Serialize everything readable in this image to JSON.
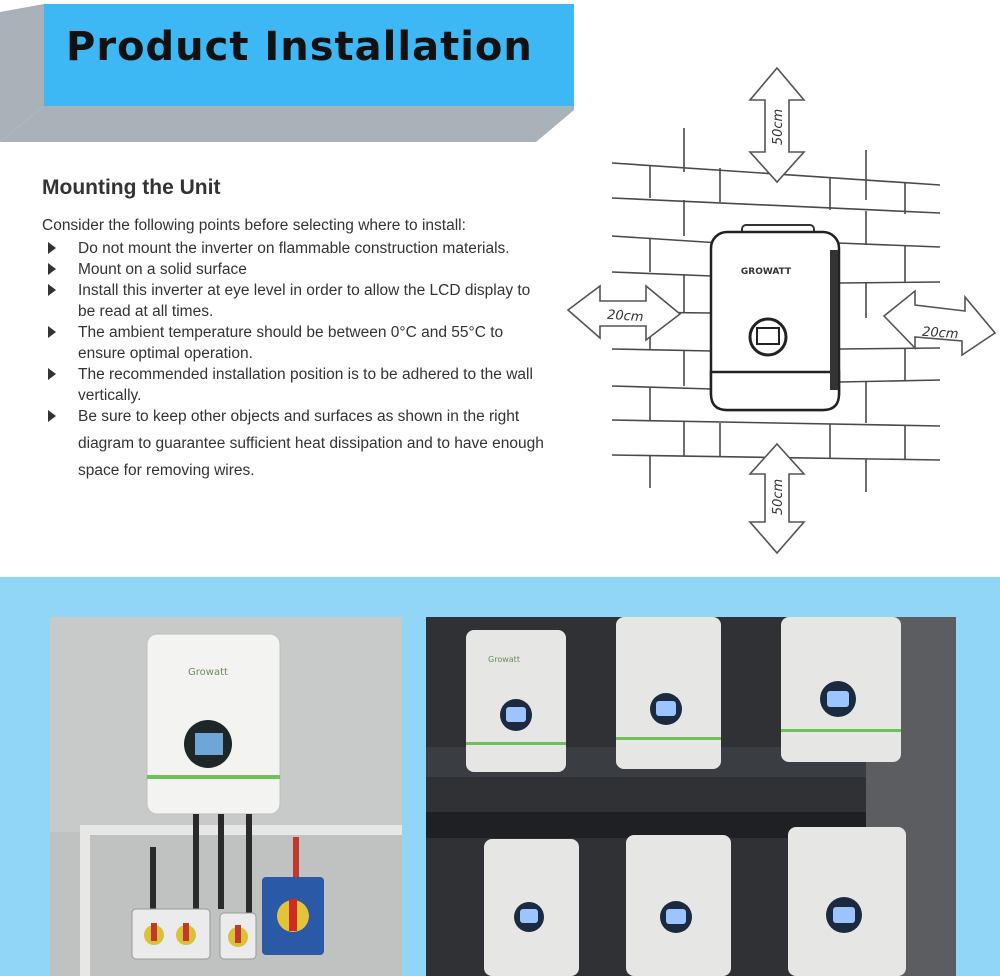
{
  "header": {
    "title": "Product  Installation",
    "accent_color": "#3eb8f5",
    "shade_color": "#a9b2b8"
  },
  "mounting": {
    "title": "Mounting the Unit",
    "intro": "Consider the following points before selecting where to install:",
    "points": [
      "Do not mount the inverter on flammable construction materials.",
      "Mount on a solid surface",
      "Install this inverter at eye level in order to allow the LCD display to be read at all times.",
      "The ambient temperature should be between 0°C and 55°C to ensure optimal operation.",
      "The recommended installation position is to be adhered to the wall vertically.",
      "Be sure to keep other objects and surfaces as shown in the right diagram to guarantee sufficient heat dissipation and to have enough space for removing wires."
    ]
  },
  "diagram": {
    "top_clearance": "50cm",
    "bottom_clearance": "50cm",
    "left_clearance": "20cm",
    "right_clearance": "20cm",
    "inverter_brand": "GROWATT"
  },
  "photos": {
    "band_color": "#91d5f7",
    "left_brand": "Growatt",
    "right_brand": "Growatt"
  }
}
